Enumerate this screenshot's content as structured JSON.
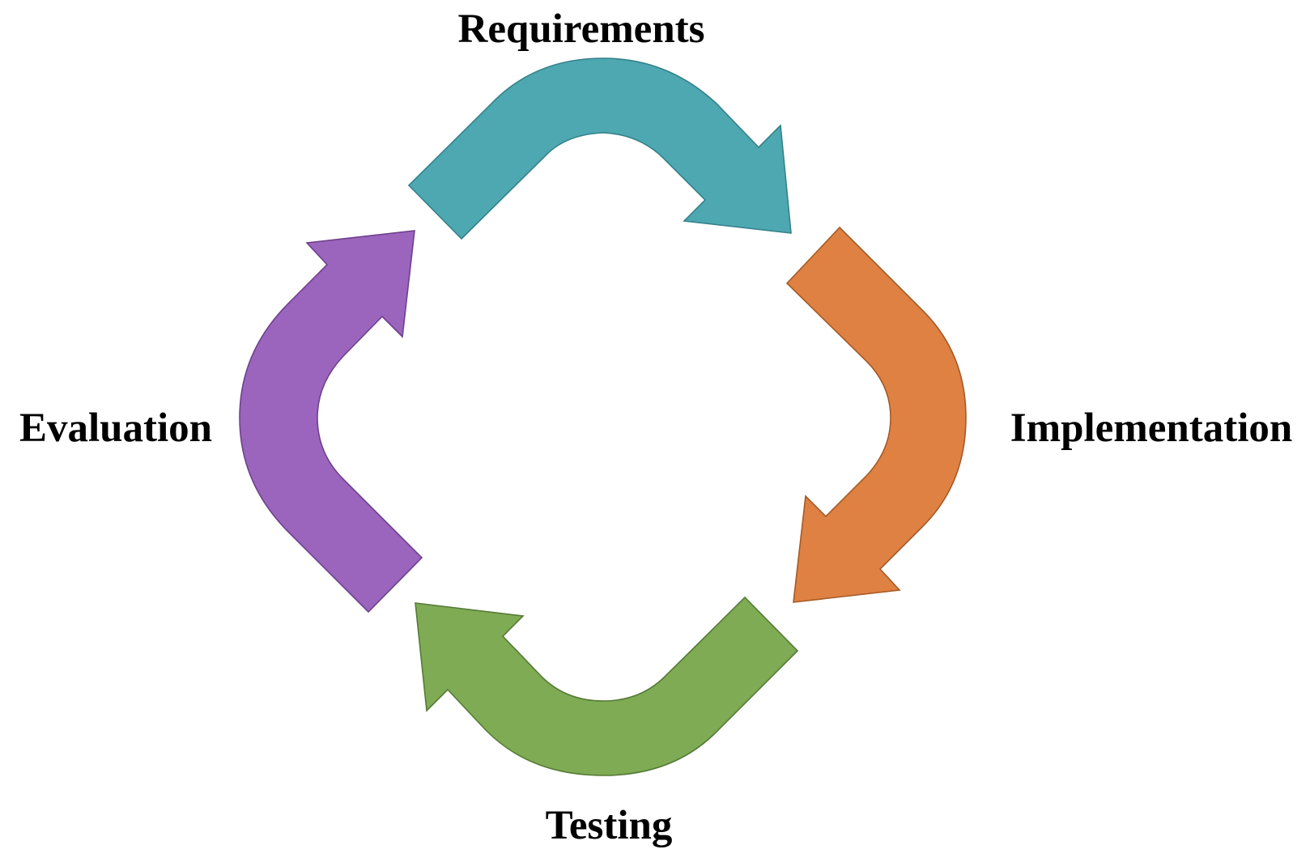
{
  "diagram": {
    "stages": [
      {
        "label": "Requirements",
        "fill": "#4ea8b1",
        "stroke": "#34818a"
      },
      {
        "label": "Implementation",
        "fill": "#df8143",
        "stroke": "#a55a26"
      },
      {
        "label": "Testing",
        "fill": "#7eab54",
        "stroke": "#567b37"
      },
      {
        "label": "Evaluation",
        "fill": "#9b65bd",
        "stroke": "#6e418c"
      }
    ],
    "flow_direction": "clockwise"
  }
}
